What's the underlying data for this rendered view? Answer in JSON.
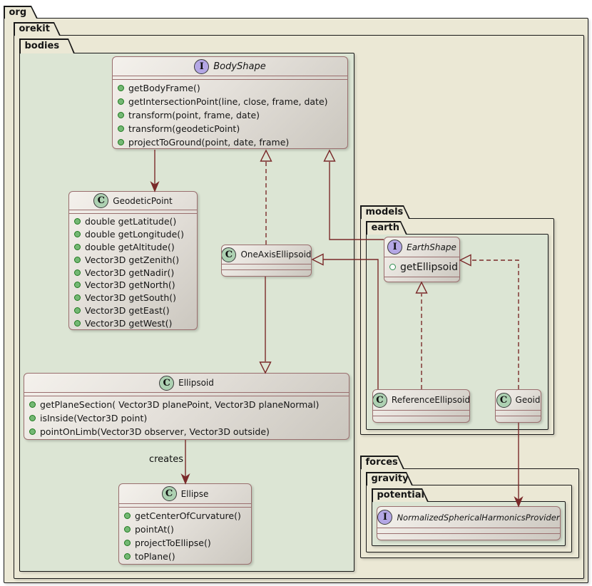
{
  "colors": {
    "beige": "#ebe8d5",
    "green": "#dce5d4",
    "cborder": "#9a6e6e",
    "rel": "#7a2a2a",
    "ifacebg": "#b4a7e5",
    "clsbg": "#add1b2"
  },
  "packages": {
    "org": {
      "label": "org"
    },
    "orekit": {
      "label": "orekit"
    },
    "bodies": {
      "label": "bodies"
    },
    "models": {
      "label": "models"
    },
    "earth": {
      "label": "earth"
    },
    "forces": {
      "label": "forces"
    },
    "gravity": {
      "label": "gravity"
    },
    "potential": {
      "label": "potential"
    }
  },
  "classes": {
    "bodyShape": {
      "icon": "I",
      "name": "BodyShape",
      "kind": "interface",
      "methods": [
        "getBodyFrame()",
        "getIntersectionPoint(line, close, frame, date)",
        "transform(point, frame, date)",
        "transform(geodeticPoint)",
        "projectToGround(point, date, frame)"
      ]
    },
    "geodeticPoint": {
      "icon": "C",
      "name": "GeodeticPoint",
      "kind": "class",
      "methods": [
        "double getLatitude()",
        "double getLongitude()",
        "double getAltitude()",
        "Vector3D getZenith()",
        "Vector3D getNadir()",
        "Vector3D getNorth()",
        "Vector3D getSouth()",
        "Vector3D getEast()",
        "Vector3D getWest()"
      ]
    },
    "oneAxisEllipsoid": {
      "icon": "C",
      "name": "OneAxisEllipsoid",
      "kind": "class",
      "methods": []
    },
    "ellipsoid": {
      "icon": "C",
      "name": "Ellipsoid",
      "kind": "class",
      "methods": [
        "getPlaneSection( Vector3D planePoint, Vector3D planeNormal)",
        "isInside(Vector3D point)",
        "pointOnLimb(Vector3D observer, Vector3D outside)"
      ]
    },
    "ellipse": {
      "icon": "C",
      "name": "Ellipse",
      "kind": "class",
      "methods": [
        "getCenterOfCurvature()",
        "pointAt()",
        "projectToEllipse()",
        "toPlane()"
      ]
    },
    "earthShape": {
      "icon": "I",
      "name": "EarthShape",
      "kind": "interface",
      "fields": [
        "getEllipsoid"
      ]
    },
    "referenceEllipsoid": {
      "icon": "C",
      "name": "ReferenceEllipsoid",
      "kind": "class",
      "methods": []
    },
    "geoid": {
      "icon": "C",
      "name": "Geoid",
      "kind": "class",
      "methods": []
    },
    "normalizedSphericalHarmonicsProvider": {
      "icon": "I",
      "name": "NormalizedSphericalHarmonicsProvider",
      "kind": "interface",
      "methods": []
    }
  },
  "relations": {
    "creates_label": "creates"
  }
}
